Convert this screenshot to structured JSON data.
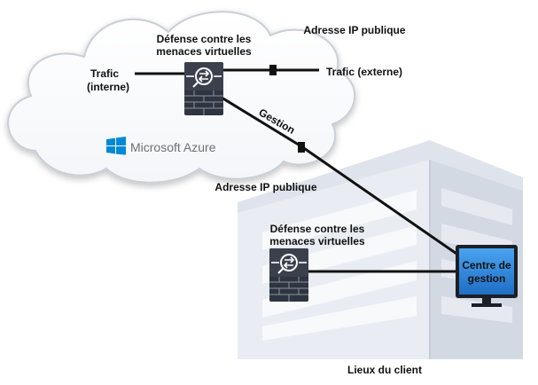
{
  "cloud": {
    "vendor_label": "Microsoft Azure",
    "firewall_label_line1": "Défense contre les",
    "firewall_label_line2": "menaces virtuelles",
    "traffic_internal_line1": "Trafic",
    "traffic_internal_line2": "(interne)",
    "traffic_external": "Trafic (externe)",
    "public_ip_top": "Adresse IP publique",
    "public_ip_bottom": "Adresse IP publique",
    "management_link": "Gestion"
  },
  "site": {
    "firewall_label_line1": "Défense contre les",
    "firewall_label_line2": "menaces virtuelles",
    "management_center_line1": "Centre de",
    "management_center_line2": "gestion",
    "caption": "Lieux du client"
  },
  "colors": {
    "cloud_fill": "#ffffff",
    "cloud_stroke": "#c9cfd6",
    "building_light": "#e9edf3",
    "building_mid": "#d7dde6",
    "monitor_screen": "#2e86de",
    "azure_blue": "#0089d6",
    "line": "#111111",
    "device_dark": "#2f3540"
  },
  "icons": [
    "firewall-icon",
    "windows-logo-icon",
    "monitor-icon",
    "building-icon",
    "cloud-icon"
  ]
}
